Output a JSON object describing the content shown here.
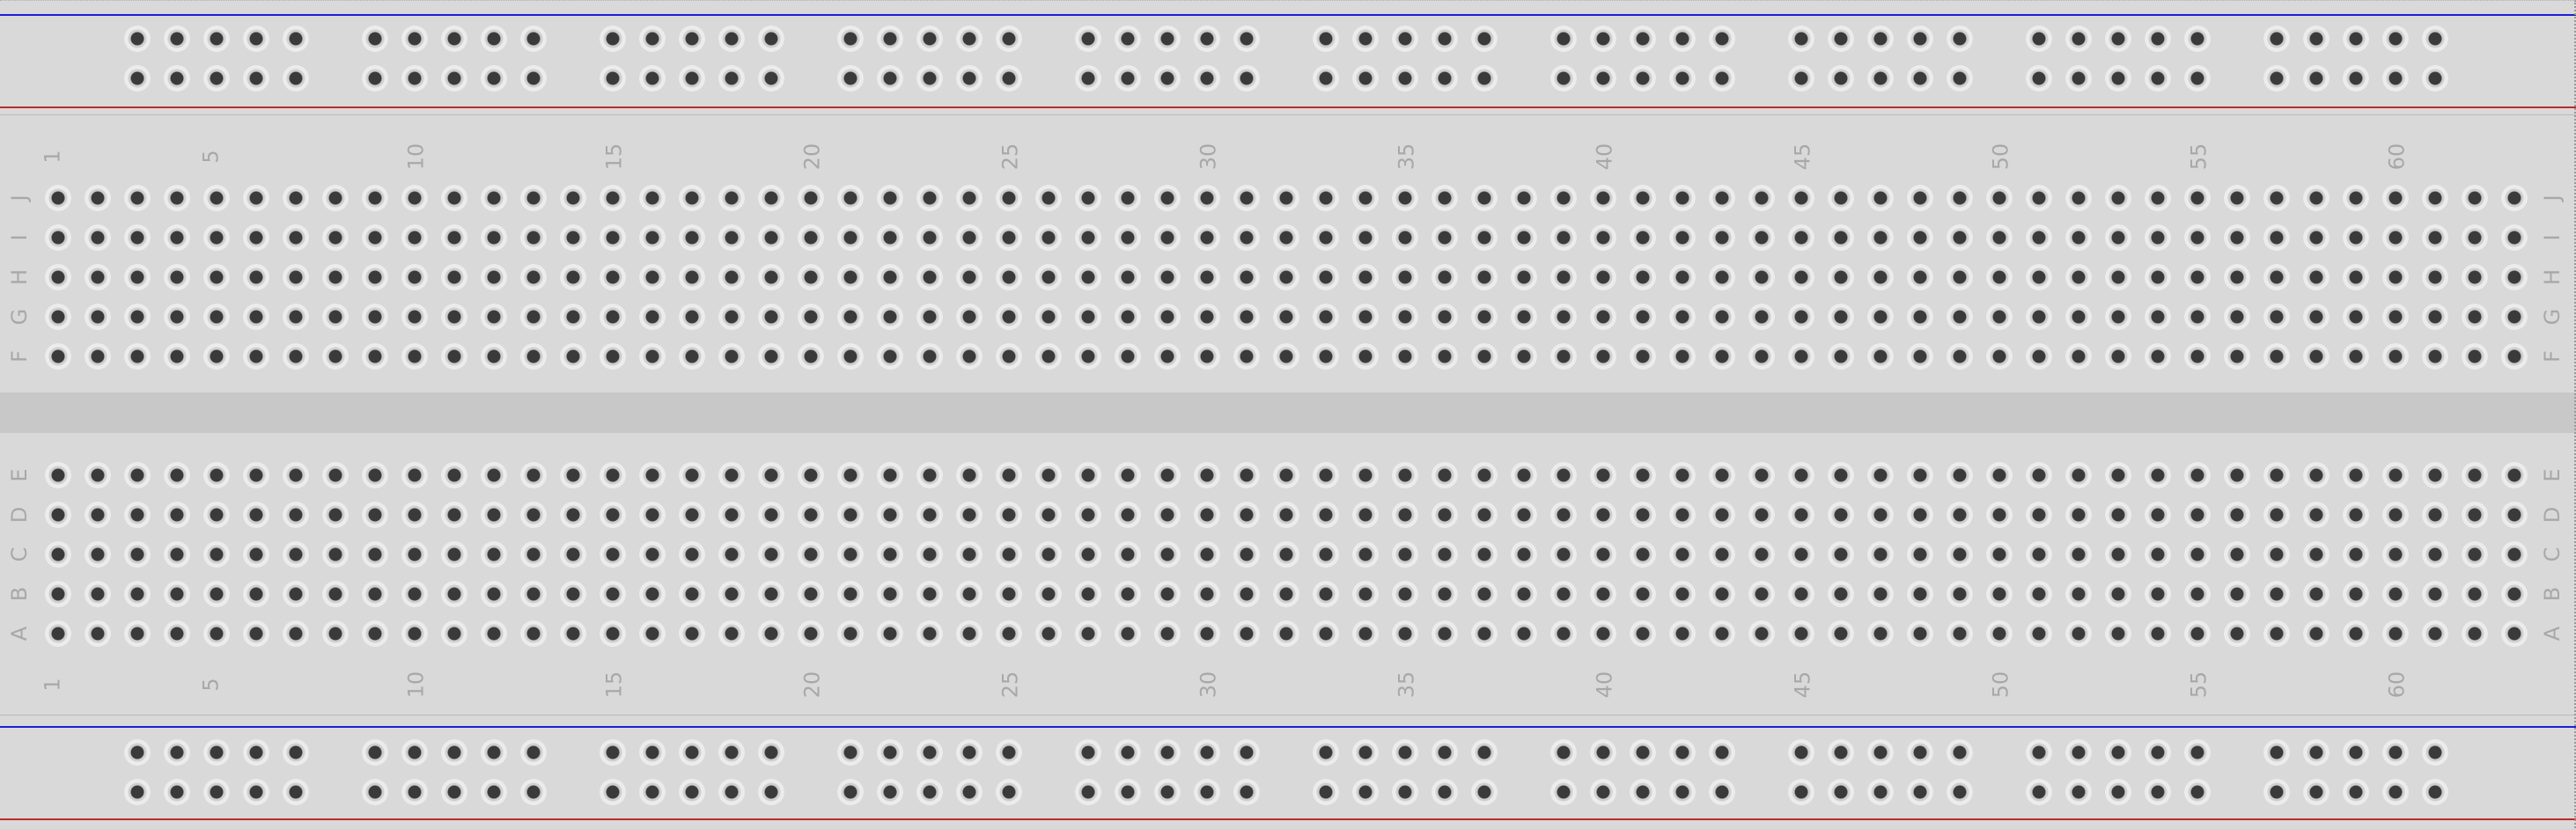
{
  "breadcrumb": {},
  "column_labels": [
    "1",
    "5",
    "10",
    "15",
    "20",
    "25",
    "30",
    "35",
    "40",
    "45",
    "50",
    "55",
    "60"
  ],
  "column_label_numbers": [
    1,
    5,
    10,
    15,
    20,
    25,
    30,
    35,
    40,
    45,
    50,
    55,
    60
  ],
  "top_row_labels": [
    "J",
    "I",
    "H",
    "G",
    "F"
  ],
  "bottom_row_labels": [
    "E",
    "D",
    "C",
    "B",
    "A"
  ],
  "columns_count": 63,
  "rail_groups_count": 10,
  "rail_holes_per_group": 5,
  "colors": {
    "positive_rail": "#d62020",
    "negative_rail": "#2020cc",
    "board": "#d9d9d9",
    "hole": "#3a3a3a"
  }
}
